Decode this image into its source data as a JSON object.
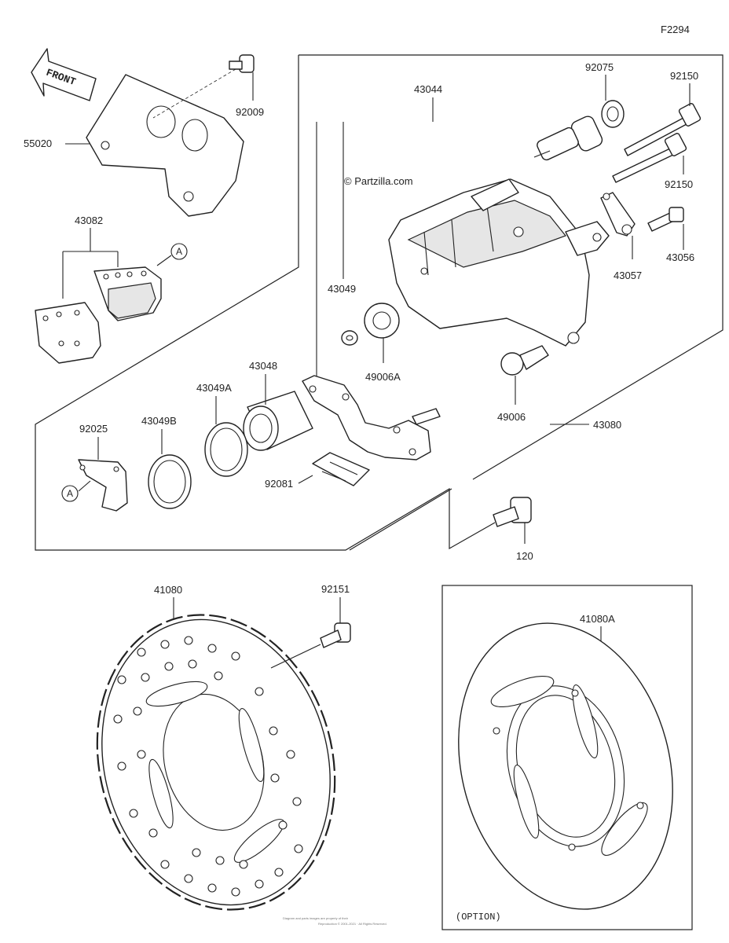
{
  "diagram_id": "F2294",
  "watermark": "© Partzilla.com",
  "option_label": "(OPTION)",
  "front_label": "FRONT",
  "callout_letter": "A",
  "fine_print": [
    "Diagram and parts images are property of their",
    "Reproduction © 2001-2021 · All Rights Reserved."
  ],
  "labels": {
    "p55020": "55020",
    "p92009": "92009",
    "p43044": "43044",
    "p92075": "92075",
    "p92150a": "92150",
    "p92150b": "92150",
    "p43056": "43056",
    "p43057": "43057",
    "p43082": "43082",
    "p43049": "43049",
    "p49006a": "49006A",
    "p49006": "49006",
    "p43080": "43080",
    "p43048": "43048",
    "p43049a": "43049A",
    "p43049b": "43049B",
    "p92025": "92025",
    "p92081": "92081",
    "p120": "120",
    "p41080": "41080",
    "p92151": "92151",
    "p41080a": "41080A"
  }
}
